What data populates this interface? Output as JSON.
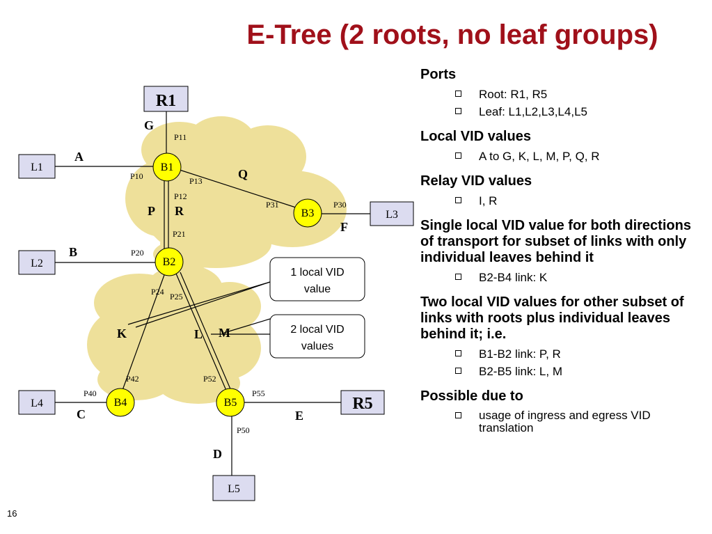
{
  "slide": {
    "title": "E-Tree (2 roots, no leaf groups)",
    "page_number": "16"
  },
  "colors": {
    "title": "#a0101a",
    "cloud": "#eee09a",
    "bridge": "#ffff00",
    "port_box": "#dcdcf0"
  },
  "diagram": {
    "ports": {
      "R1": "R1",
      "R5": "R5",
      "L1": "L1",
      "L2": "L2",
      "L3": "L3",
      "L4": "L4",
      "L5": "L5"
    },
    "bridges": {
      "B1": "B1",
      "B2": "B2",
      "B3": "B3",
      "B4": "B4",
      "B5": "B5"
    },
    "port_labels": {
      "P11": "P11",
      "P10": "P10",
      "P13": "P13",
      "P12": "P12",
      "P31": "P31",
      "P30": "P30",
      "P21": "P21",
      "P20": "P20",
      "P24": "P24",
      "P25": "P25",
      "P42": "P42",
      "P52": "P52",
      "P40": "P40",
      "P55": "P55",
      "P50": "P50"
    },
    "link_labels": {
      "G": "G",
      "A": "A",
      "Q": "Q",
      "P": "P",
      "R": "R",
      "F": "F",
      "B": "B",
      "K": "K",
      "L": "L",
      "M": "M",
      "C": "C",
      "E": "E",
      "D": "D"
    },
    "callouts": {
      "one_local": [
        "1 local VID",
        "value"
      ],
      "two_local": [
        "2 local VID",
        "values"
      ]
    }
  },
  "notes": {
    "ports_heading": "Ports",
    "ports_items": [
      "Root: R1, R5",
      "Leaf: L1,L2,L3,L4,L5"
    ],
    "local_heading": "Local VID values",
    "local_items": [
      "A to G, K, L, M, P, Q, R"
    ],
    "relay_heading": "Relay VID values",
    "relay_items": [
      "I, R"
    ],
    "single_heading": "Single local VID value for both directions of transport for subset of links with only individual leaves behind it",
    "single_items": [
      "B2-B4 link: K"
    ],
    "two_heading": "Two local VID values for other subset of links with roots plus individual leaves behind it; i.e.",
    "two_items": [
      "B1-B2 link: P, R",
      "B2-B5 link: L, M"
    ],
    "possible_heading": "Possible due to",
    "possible_items": [
      "usage of ingress and egress VID translation"
    ]
  }
}
